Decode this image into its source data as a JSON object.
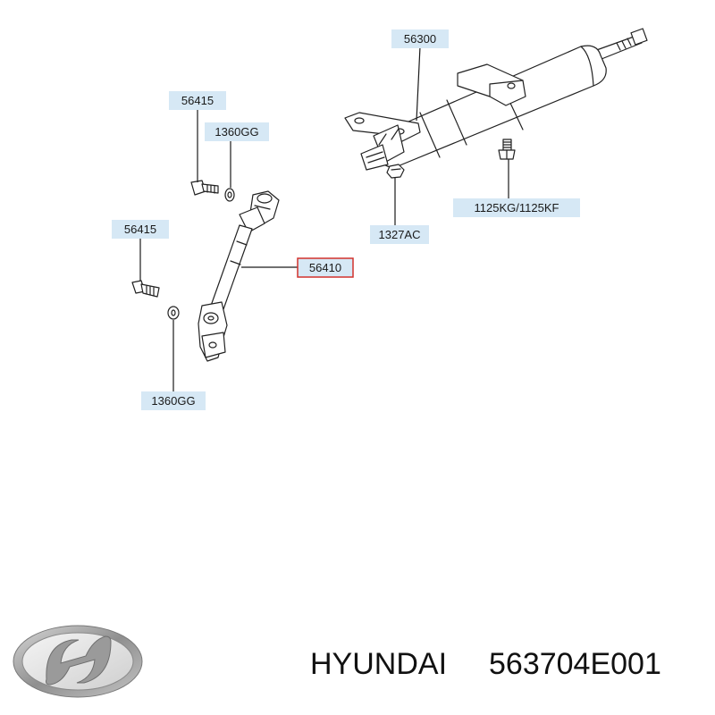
{
  "diagram": {
    "callouts": [
      {
        "id": "c-56300",
        "label": "56300",
        "highlight": false
      },
      {
        "id": "c-56415-top",
        "label": "56415",
        "highlight": false
      },
      {
        "id": "c-1360gg-top",
        "label": "1360GG",
        "highlight": false
      },
      {
        "id": "c-56415-left",
        "label": "56415",
        "highlight": false
      },
      {
        "id": "c-56410",
        "label": "56410",
        "highlight": true
      },
      {
        "id": "c-1327ac",
        "label": "1327AC",
        "highlight": false
      },
      {
        "id": "c-1125kg",
        "label": "1125KG/1125KF",
        "highlight": false
      },
      {
        "id": "c-1360gg-bottom",
        "label": "1360GG",
        "highlight": false
      }
    ]
  },
  "brand": {
    "logo_icon": "hyundai-logo-icon",
    "name": "HYUNDAI",
    "part_number": "563704E001"
  },
  "colors": {
    "callout_fill": "#d6e8f5",
    "highlight_border": "#d2322d",
    "logo_silver": "#9a9a9a"
  }
}
